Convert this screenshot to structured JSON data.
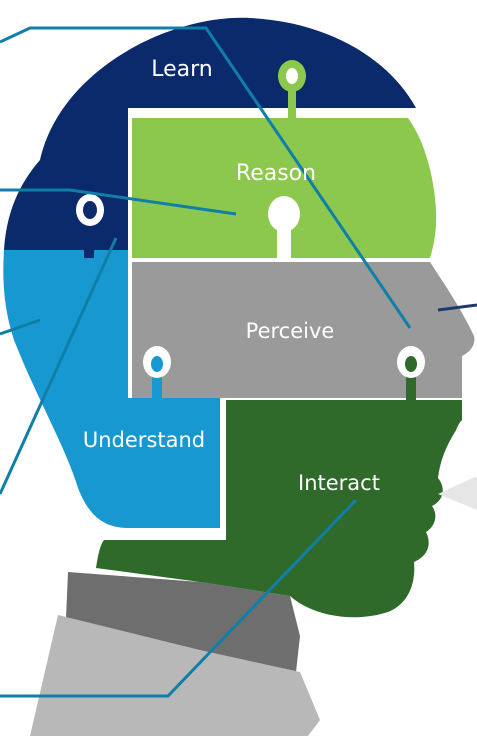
{
  "labels": {
    "learn": "Learn",
    "reason": "Reason",
    "perceive": "Perceive",
    "understand": "Understand",
    "interact": "Interact"
  },
  "colors": {
    "learn": "#0a2a6c",
    "reason": "#8dc84e",
    "perceive": "#9a9a9a",
    "understand": "#1898d0",
    "interact": "#2f6a2a",
    "neck_dark": "#6e6e6e",
    "neck_light": "#b8b8b8",
    "line": "#0f7fa8",
    "line_dark": "#1e3a6a"
  }
}
